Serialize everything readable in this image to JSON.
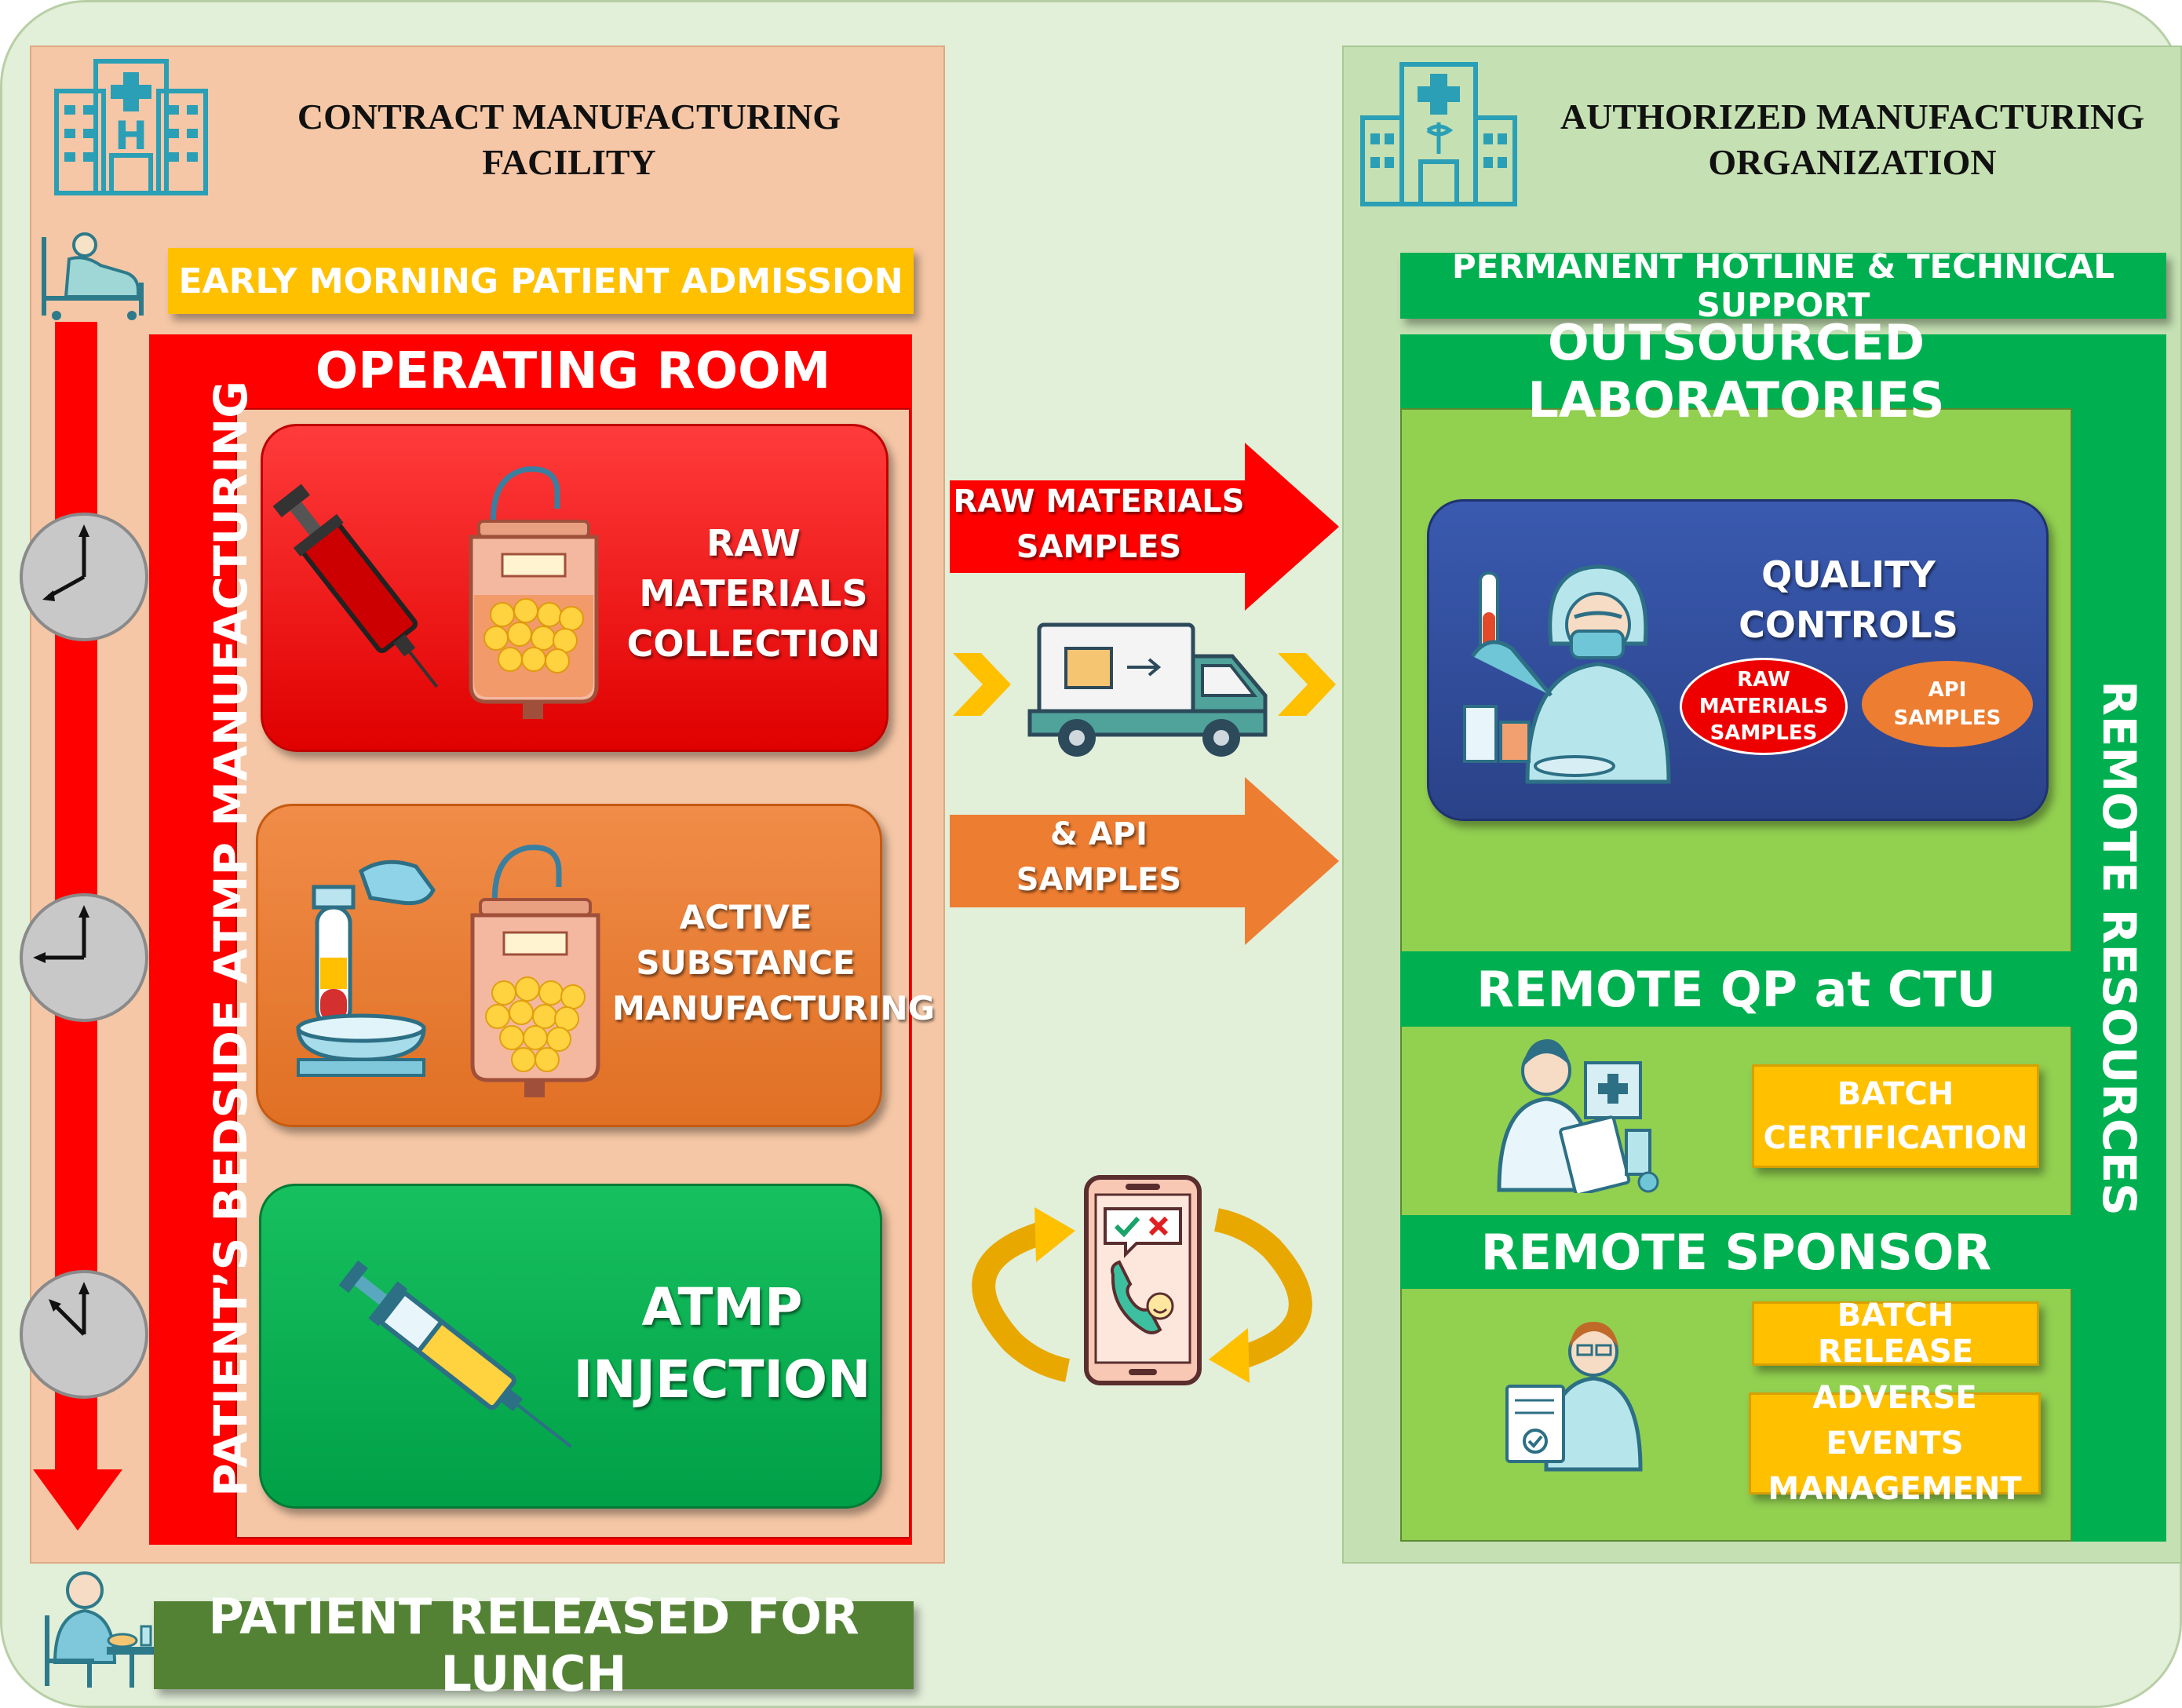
{
  "left_panel": {
    "title_line1": "CONTRACT MANUFACTURING",
    "title_line2": "FACILITY",
    "admission": "EARLY MORNING PATIENT ADMISSION",
    "operating_room": "OPERATING ROOM",
    "vertical_label": "PATIENT’S BEDSIDE ATMP MANUFACTURING",
    "card1": {
      "line1": "RAW",
      "line2": "MATERIALS",
      "line3": "COLLECTION"
    },
    "card2": {
      "line1": "ACTIVE",
      "line2": "SUBSTANCE",
      "line3": "MANUFACTURING"
    },
    "card3": {
      "line1": "ATMP",
      "line2": "INJECTION"
    }
  },
  "middle": {
    "arrow_top": {
      "line1": "RAW MATERIALS",
      "line2": "SAMPLES"
    },
    "arrow_bottom": {
      "line1": "& API",
      "line2": "SAMPLES"
    }
  },
  "right_panel": {
    "title_line1": "AUTHORIZED MANUFACTURING",
    "title_line2": "ORGANIZATION",
    "hotline": "PERMANENT HOTLINE & TECHNICAL SUPPORT",
    "outsourced_labs": "OUTSOURCED LABORATORIES",
    "remote_resources": "REMOTE RESOURCES",
    "quality": {
      "line1": "QUALITY",
      "line2": "CONTROLS"
    },
    "raw_bubble": {
      "line1": "RAW",
      "line2": "MATERIALS",
      "line3": "SAMPLES"
    },
    "api_bubble": {
      "line1": "API",
      "line2": "SAMPLES"
    },
    "remote_qp": "REMOTE QP at CTU",
    "batch_cert": {
      "line1": "BATCH",
      "line2": "CERTIFICATION"
    },
    "remote_sponsor": "REMOTE SPONSOR",
    "batch_release": "BATCH RELEASE",
    "adverse": {
      "line1": "ADVERSE EVENTS",
      "line2": "MANAGEMENT"
    }
  },
  "footer": {
    "released": "PATIENT RELEASED FOR LUNCH"
  },
  "colors": {
    "background": "#e2efd9",
    "left_panel": "#f5c7a6",
    "right_panel": "#c5e0b3",
    "red": "#ff0000",
    "orange": "#ed7d31",
    "green": "#00b050",
    "yellow": "#ffc000",
    "light_green": "#92d050",
    "navy": "#2f4a94",
    "dark_green": "#548235"
  },
  "icons": [
    "hospital-icon",
    "patient-bed-icon",
    "clock-icon",
    "syringe-icon",
    "blood-bag-icon",
    "test-tube-hand-icon",
    "truck-icon",
    "phone-icon",
    "lab-technician-icon",
    "pharmacist-icon",
    "sponsor-doctor-icon",
    "patient-eating-icon",
    "pharmacy-building-icon"
  ]
}
